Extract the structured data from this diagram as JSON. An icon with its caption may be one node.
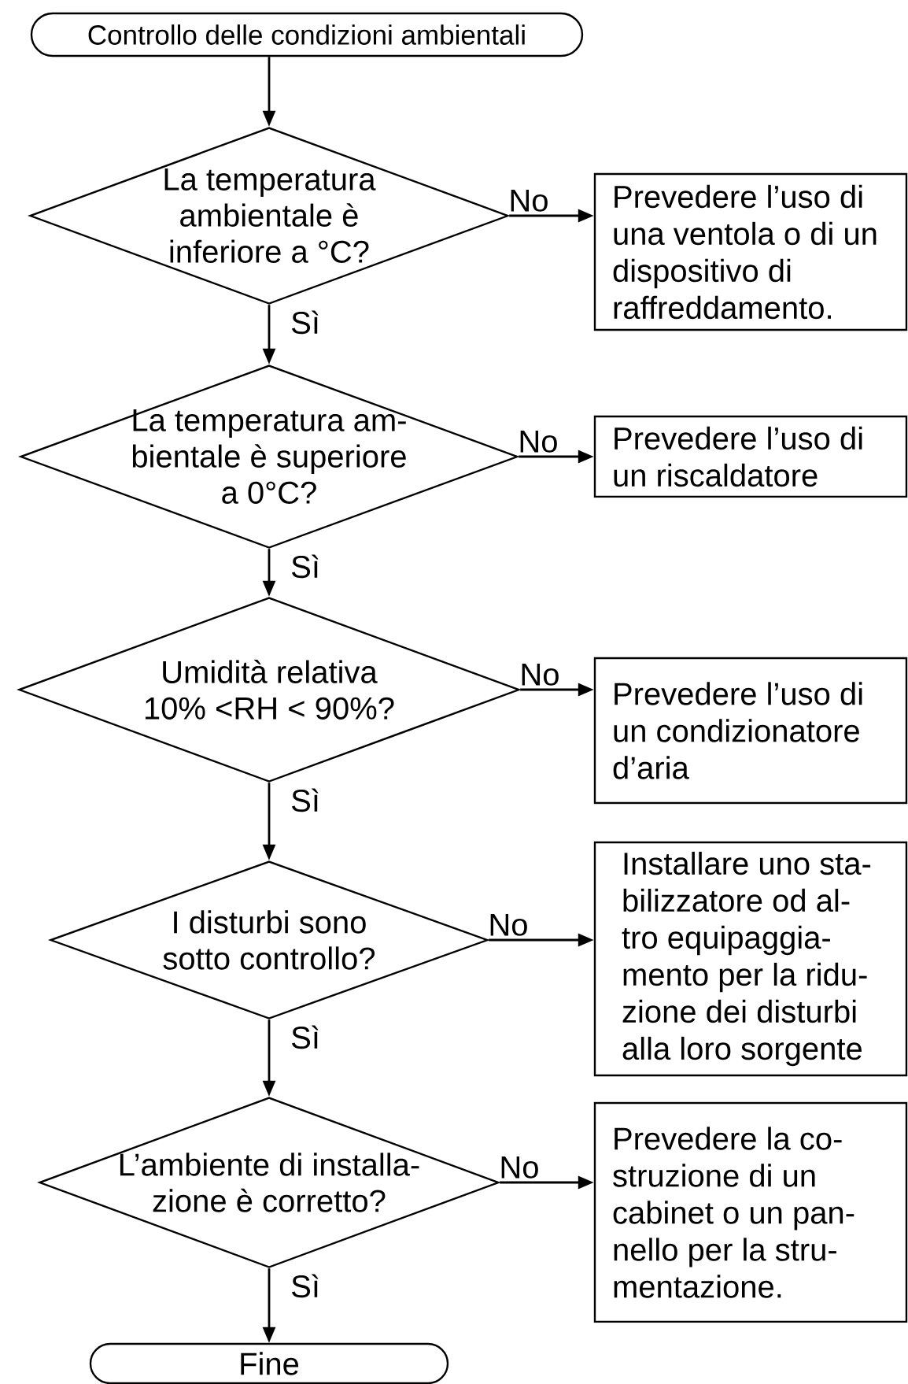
{
  "diagram": {
    "nodes": [
      {
        "text": [
          "Controllo delle condizioni ambientali"
        ]
      },
      {
        "text": [
          "La temperatura ambientale è inferiore a °C?"
        ]
      },
      {
        "text": [
          "Prevedere l’uso di una ventola o di un dispositivo di raffreddamento."
        ]
      },
      {
        "text": [
          "La temperatura am- bientale è superiore a 0°C?"
        ]
      },
      {
        "text": [
          "Prevedere l’uso di un riscaldatore"
        ]
      },
      {
        "text": [
          "Umidità relativa 10% <RH < 90%?"
        ]
      },
      {
        "text": [
          "Prevedere l’uso di un condizionatore d’aria"
        ]
      },
      {
        "text": [
          "I disturbi sono sotto controllo?"
        ]
      },
      {
        "text": [
          "Installare uno sta- bilizzatore od al- tro equipaggia- mento per la ridu- zione dei disturbi alla loro sorgente"
        ]
      },
      {
        "text": [
          "L’ambiente di installa- zione è corretto?"
        ]
      },
      {
        "text": [
          "Prevedere la co- struzione di un cabinet o un pan- nello per la stru- mentazione."
        ]
      },
      {
        "text": [
          "Fine"
        ]
      }
    ],
    "edges": [
      {
        "from": 0,
        "to": 1,
        "arrow": "to"
      },
      {
        "from": 1,
        "to": 2,
        "arrow": "to",
        "label": "No"
      },
      {
        "from": 1,
        "to": 3,
        "arrow": "to",
        "label": "Sì"
      },
      {
        "from": 3,
        "to": 4,
        "arrow": "to",
        "label": "No"
      },
      {
        "from": 3,
        "to": 5,
        "arrow": "to",
        "label": "Sì"
      },
      {
        "from": 5,
        "to": 6,
        "arrow": "to",
        "label": "No"
      },
      {
        "from": 5,
        "to": 7,
        "arrow": "to",
        "label": "Sì"
      },
      {
        "from": 7,
        "to": 8,
        "arrow": "to",
        "label": "No"
      },
      {
        "from": 7,
        "to": 9,
        "arrow": "to",
        "label": "Sì"
      },
      {
        "from": 9,
        "to": 10,
        "arrow": "to",
        "label": "No"
      },
      {
        "from": 9,
        "to": 11,
        "arrow": "to",
        "label": "Sì"
      }
    ]
  }
}
